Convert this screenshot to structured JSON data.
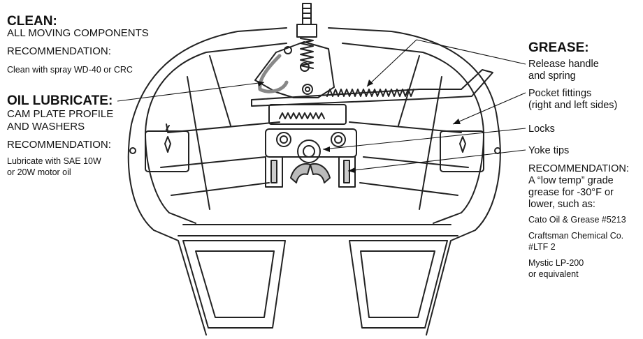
{
  "left": {
    "clean_heading": "CLEAN:",
    "clean_sub": "ALL MOVING COMPONENTS",
    "clean_rec_label": "RECOMMENDATION:",
    "clean_rec_text": "Clean with spray WD-40 or CRC",
    "oil_heading": "OIL LUBRICATE:",
    "oil_sub_1": "CAM PLATE PROFILE",
    "oil_sub_2": "AND WASHERS",
    "oil_rec_label": "RECOMMENDATION:",
    "oil_rec_1": "Lubricate with SAE 10W",
    "oil_rec_2": "or 20W motor oil"
  },
  "right": {
    "grease_heading": "GREASE:",
    "release_1": "Release handle",
    "release_2": "and spring",
    "pocket_1": "Pocket fittings",
    "pocket_2": "(right and left sides)",
    "locks": "Locks",
    "yoke": "Yoke tips",
    "rec_label": "RECOMMENDATION:",
    "rec_1": "A “low temp” grade",
    "rec_2": "grease for -30°F or",
    "rec_3": "lower, such as:",
    "product_1": "Cato Oil & Grease #5213",
    "product_2a": "Craftsman Chemical Co.",
    "product_2b": "#LTF 2",
    "product_3a": "Mystic LP-200",
    "product_3b": "or equivalent"
  }
}
